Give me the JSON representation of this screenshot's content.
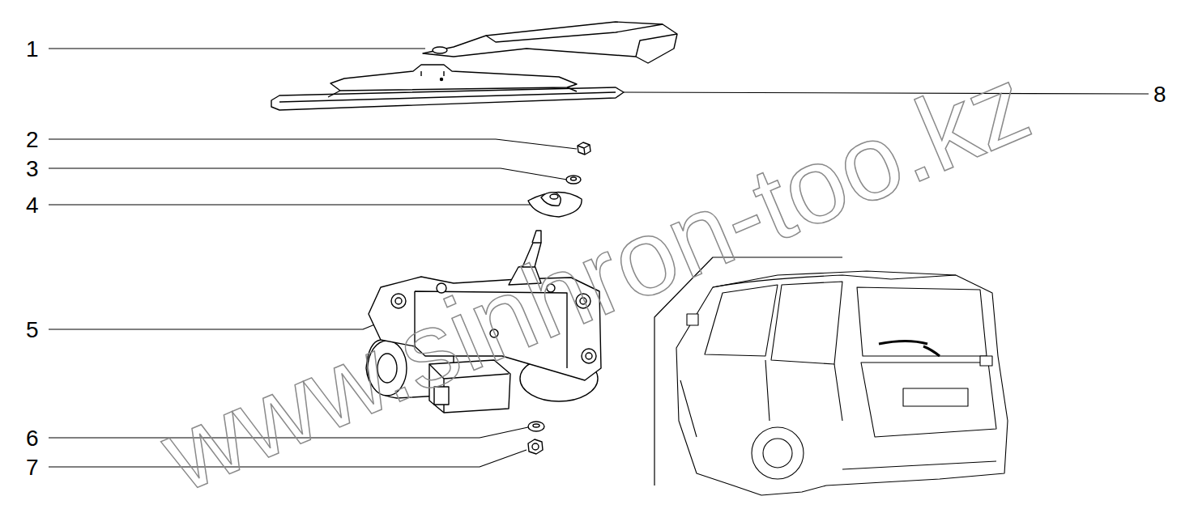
{
  "diagram": {
    "labels": [
      "1",
      "2",
      "3",
      "4",
      "5",
      "6",
      "7",
      "8",
      "www.sinhron-too.kz"
    ]
  }
}
